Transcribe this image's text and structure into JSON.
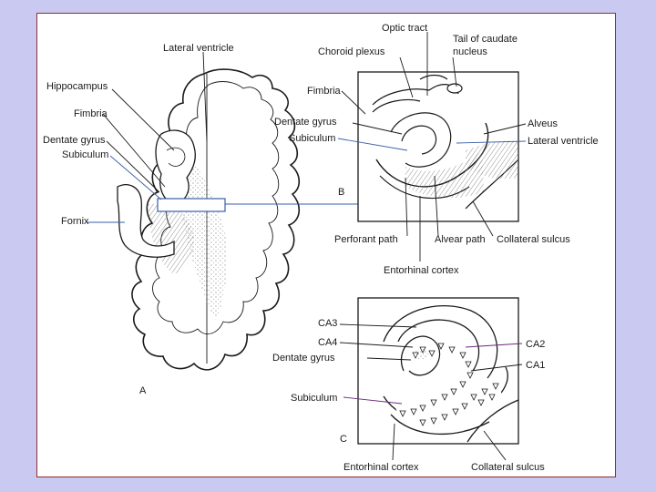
{
  "colors": {
    "background": "#c9c9f2",
    "panel": "#ffffff",
    "border": "#8c2f2f",
    "ink": "#1a1a1a",
    "pointer_blue": "#3a5fa8",
    "pointer_purple": "#6a2a7a"
  },
  "panel_a": {
    "letter": "A",
    "labels": {
      "lateral_ventricle": "Lateral ventricle",
      "hippocampus": "Hippocampus",
      "fimbria": "Fimbria",
      "dentate_gyrus": "Dentate gyrus",
      "subiculum": "Subiculum",
      "fornix": "Fornix"
    }
  },
  "panel_b": {
    "letter": "B",
    "labels": {
      "optic_tract": "Optic tract",
      "choroid_plexus": "Choroid plexus",
      "tail_of_caudate_line1": "Tail of caudate",
      "tail_of_caudate_line2": "nucleus",
      "fimbria": "Fimbria",
      "dentate_gyrus": "Dentate gyrus",
      "subiculum": "Subiculum",
      "alveus": "Alveus",
      "lateral_ventricle": "Lateral ventricle",
      "perforant_path": "Perforant path",
      "alvear_path": "Alvear path",
      "collateral_sulcus": "Collateral sulcus",
      "entorhinal_cortex": "Entorhinal cortex"
    }
  },
  "panel_c": {
    "letter": "C",
    "labels": {
      "ca3": "CA3",
      "ca4": "CA4",
      "dentate_gyrus": "Dentate gyrus",
      "subiculum": "Subiculum",
      "ca2": "CA2",
      "ca1": "CA1",
      "entorhinal_cortex": "Entorhinal cortex",
      "collateral_sulcus": "Collateral sulcus"
    }
  }
}
